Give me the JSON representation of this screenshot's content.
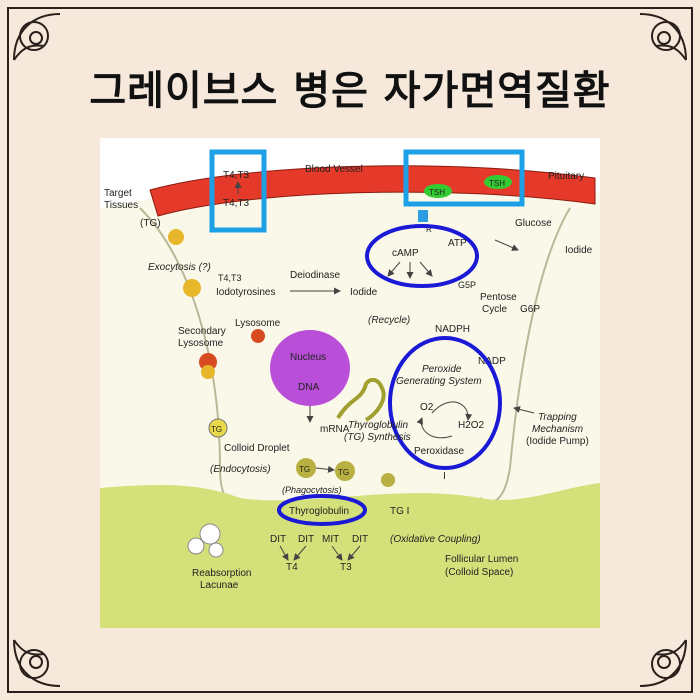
{
  "title": "그레이브스 병은 자가면역질환",
  "diagram": {
    "blood_vessel": "Blood Vessel",
    "pituitary": "Pituitary",
    "tsh": "TSH",
    "receptor": "R",
    "target_tissues_1": "Target",
    "target_tissues_2": "Tissues",
    "tg_paren": "(TG)",
    "t4t3_top": "T4,T3",
    "t4t3_mid": "T4,T3",
    "camp": "cAMP",
    "atp": "ATP",
    "glucose": "Glucose",
    "iodide_right": "Iodide",
    "exocytosis": "Exocytosis (?)",
    "t4t3_small": "T4,T3",
    "deiodinase": "Deiodinase",
    "iodotyrosines": "Iodotyrosines",
    "iodide_mid": "Iodide",
    "recycle": "(Recycle)",
    "g5p": "G5P",
    "pentose": "Pentose",
    "cycle": "Cycle",
    "g6p": "G6P",
    "nadph": "NADPH",
    "nadp": "NADP",
    "lysosome": "Lysosome",
    "secondary": "Secondary",
    "lysosome2": "Lysosome",
    "nucleus": "Nucleus",
    "dna": "DNA",
    "peroxide": "Peroxide",
    "generating": "Generating System",
    "o2": "O2",
    "h2o2": "H2O2",
    "peroxidase": "Peroxidase",
    "trapping": "Trapping",
    "mechanism": "Mechanism",
    "iodide_pump": "(Iodide Pump)",
    "mrna": "mRNA",
    "thyroglobulin_syn1": "Thyroglobulin",
    "thyroglobulin_syn2": "(TG) Synthesis",
    "tg": "TG",
    "colloid_droplet": "Colloid Droplet",
    "endocytosis": "(Endocytosis)",
    "phagocytosis": "(Phagocytosis)",
    "thyroglobulin": "Thyroglobulin",
    "tgi": "TG I",
    "i_symbol": "I",
    "oxidative": "(Oxidative Coupling)",
    "dit1": "DIT",
    "dit2": "DIT",
    "mit": "MIT",
    "dit3": "DIT",
    "t4": "T4",
    "t3": "T3",
    "follicular": "Follicular Lumen",
    "colloid_space": "(Colloid Space)",
    "reabsorption": "Reabsorption",
    "lacunae": "Lacunae"
  },
  "colors": {
    "background": "#f6e9dc",
    "blood_vessel": "#e53a2a",
    "tsh": "#33cc33",
    "highlight_box": "#1ea0e6",
    "highlight_circle": "#1a1ad6",
    "colloid": "#d4e07a",
    "nucleus": "#b94ed8"
  }
}
